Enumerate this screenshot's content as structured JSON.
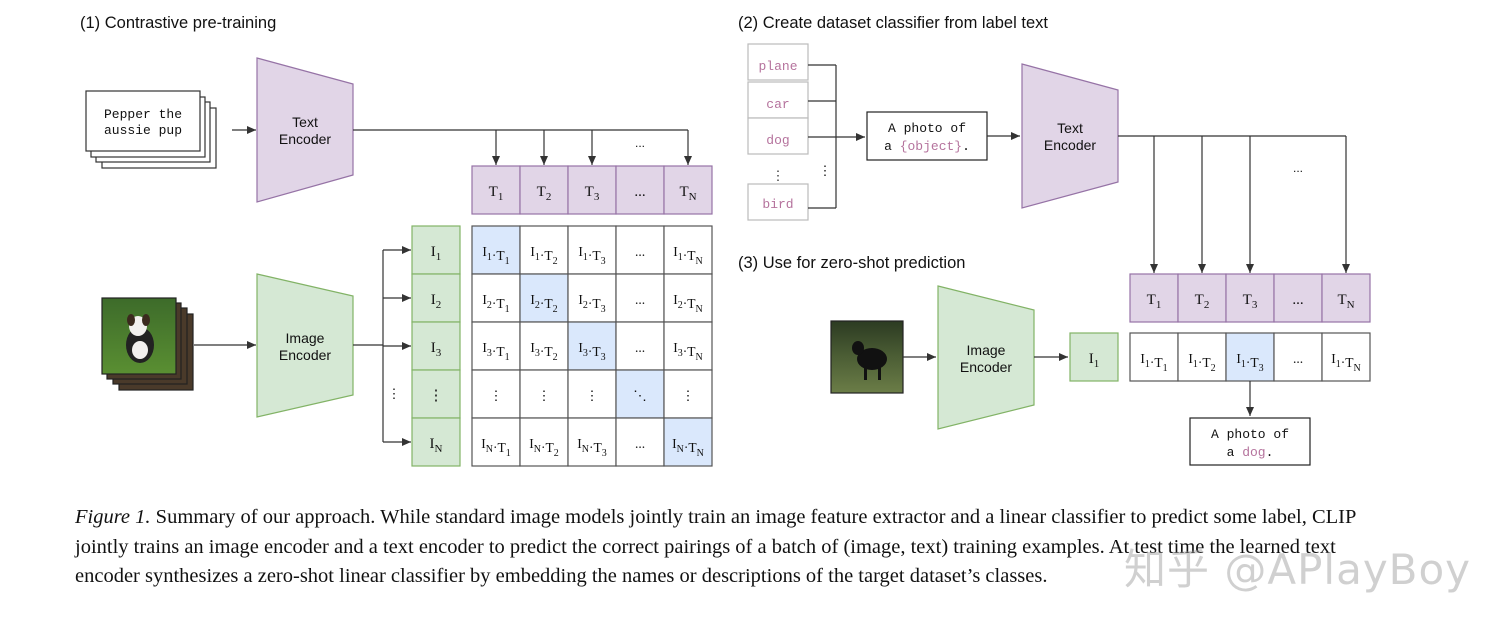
{
  "panels": {
    "p1_title": "(1) Contrastive pre-training",
    "p2_title": "(2) Create dataset classifier from label text",
    "p3_title": "(3) Use for zero-shot prediction"
  },
  "p1": {
    "text_input": [
      "Pepper the",
      "aussie pup"
    ],
    "text_encoder": [
      "Text",
      "Encoder"
    ],
    "image_encoder": [
      "Image",
      "Encoder"
    ],
    "t_header": [
      "T1",
      "T2",
      "T3",
      "...",
      "TN"
    ],
    "i_column": [
      "I1",
      "I2",
      "I3",
      "⋮",
      "IN"
    ],
    "ellipsis_top": "...",
    "ellipsis_left": "⋮",
    "matrix": [
      [
        "I1·T1",
        "I1·T2",
        "I1·T3",
        "...",
        "I1·TN"
      ],
      [
        "I2·T1",
        "I2·T2",
        "I2·T3",
        "...",
        "I2·TN"
      ],
      [
        "I3·T1",
        "I3·T2",
        "I3·T3",
        "...",
        "I3·TN"
      ],
      [
        "⋮",
        "⋮",
        "⋮",
        "⋱",
        "⋮"
      ],
      [
        "IN·T1",
        "IN·T2",
        "IN·T3",
        "...",
        "IN·TN"
      ]
    ]
  },
  "p2": {
    "labels": [
      "plane",
      "car",
      "dog",
      "⋮",
      "bird"
    ],
    "ellipsis_bracket": "⋮",
    "template": [
      "A photo of",
      "a ",
      "{object}",
      "."
    ],
    "text_encoder": [
      "Text",
      "Encoder"
    ],
    "ellipsis_top": "...",
    "t_header": [
      "T1",
      "T2",
      "T3",
      "...",
      "TN"
    ]
  },
  "p3": {
    "image_encoder": [
      "Image",
      "Encoder"
    ],
    "i1": "I1",
    "row": [
      "I1·T1",
      "I1·T2",
      "I1·T3",
      "...",
      "I1·TN"
    ],
    "result": [
      "A photo of",
      "a ",
      "dog",
      "."
    ]
  },
  "caption": {
    "figure_label": "Figure 1.",
    "text": " Summary of our approach. While standard image models jointly train an image feature extractor and a linear classifier to predict some label, CLIP jointly trains an image encoder and a text encoder to predict the correct pairings of a batch of (image, text) training examples. At test time the learned text encoder synthesizes a zero-shot linear classifier by embedding the names or descriptions of the target dataset’s classes."
  },
  "watermark": "知乎 @APlayBoy",
  "colors": {
    "purple_fill": "#e1d5e7",
    "purple_stroke": "#9673a6",
    "green_fill": "#d5e8d4",
    "green_stroke": "#82b366",
    "blue_fill": "#dae8fc",
    "cell_stroke": "#333333",
    "pink_text": "#b5739d"
  }
}
